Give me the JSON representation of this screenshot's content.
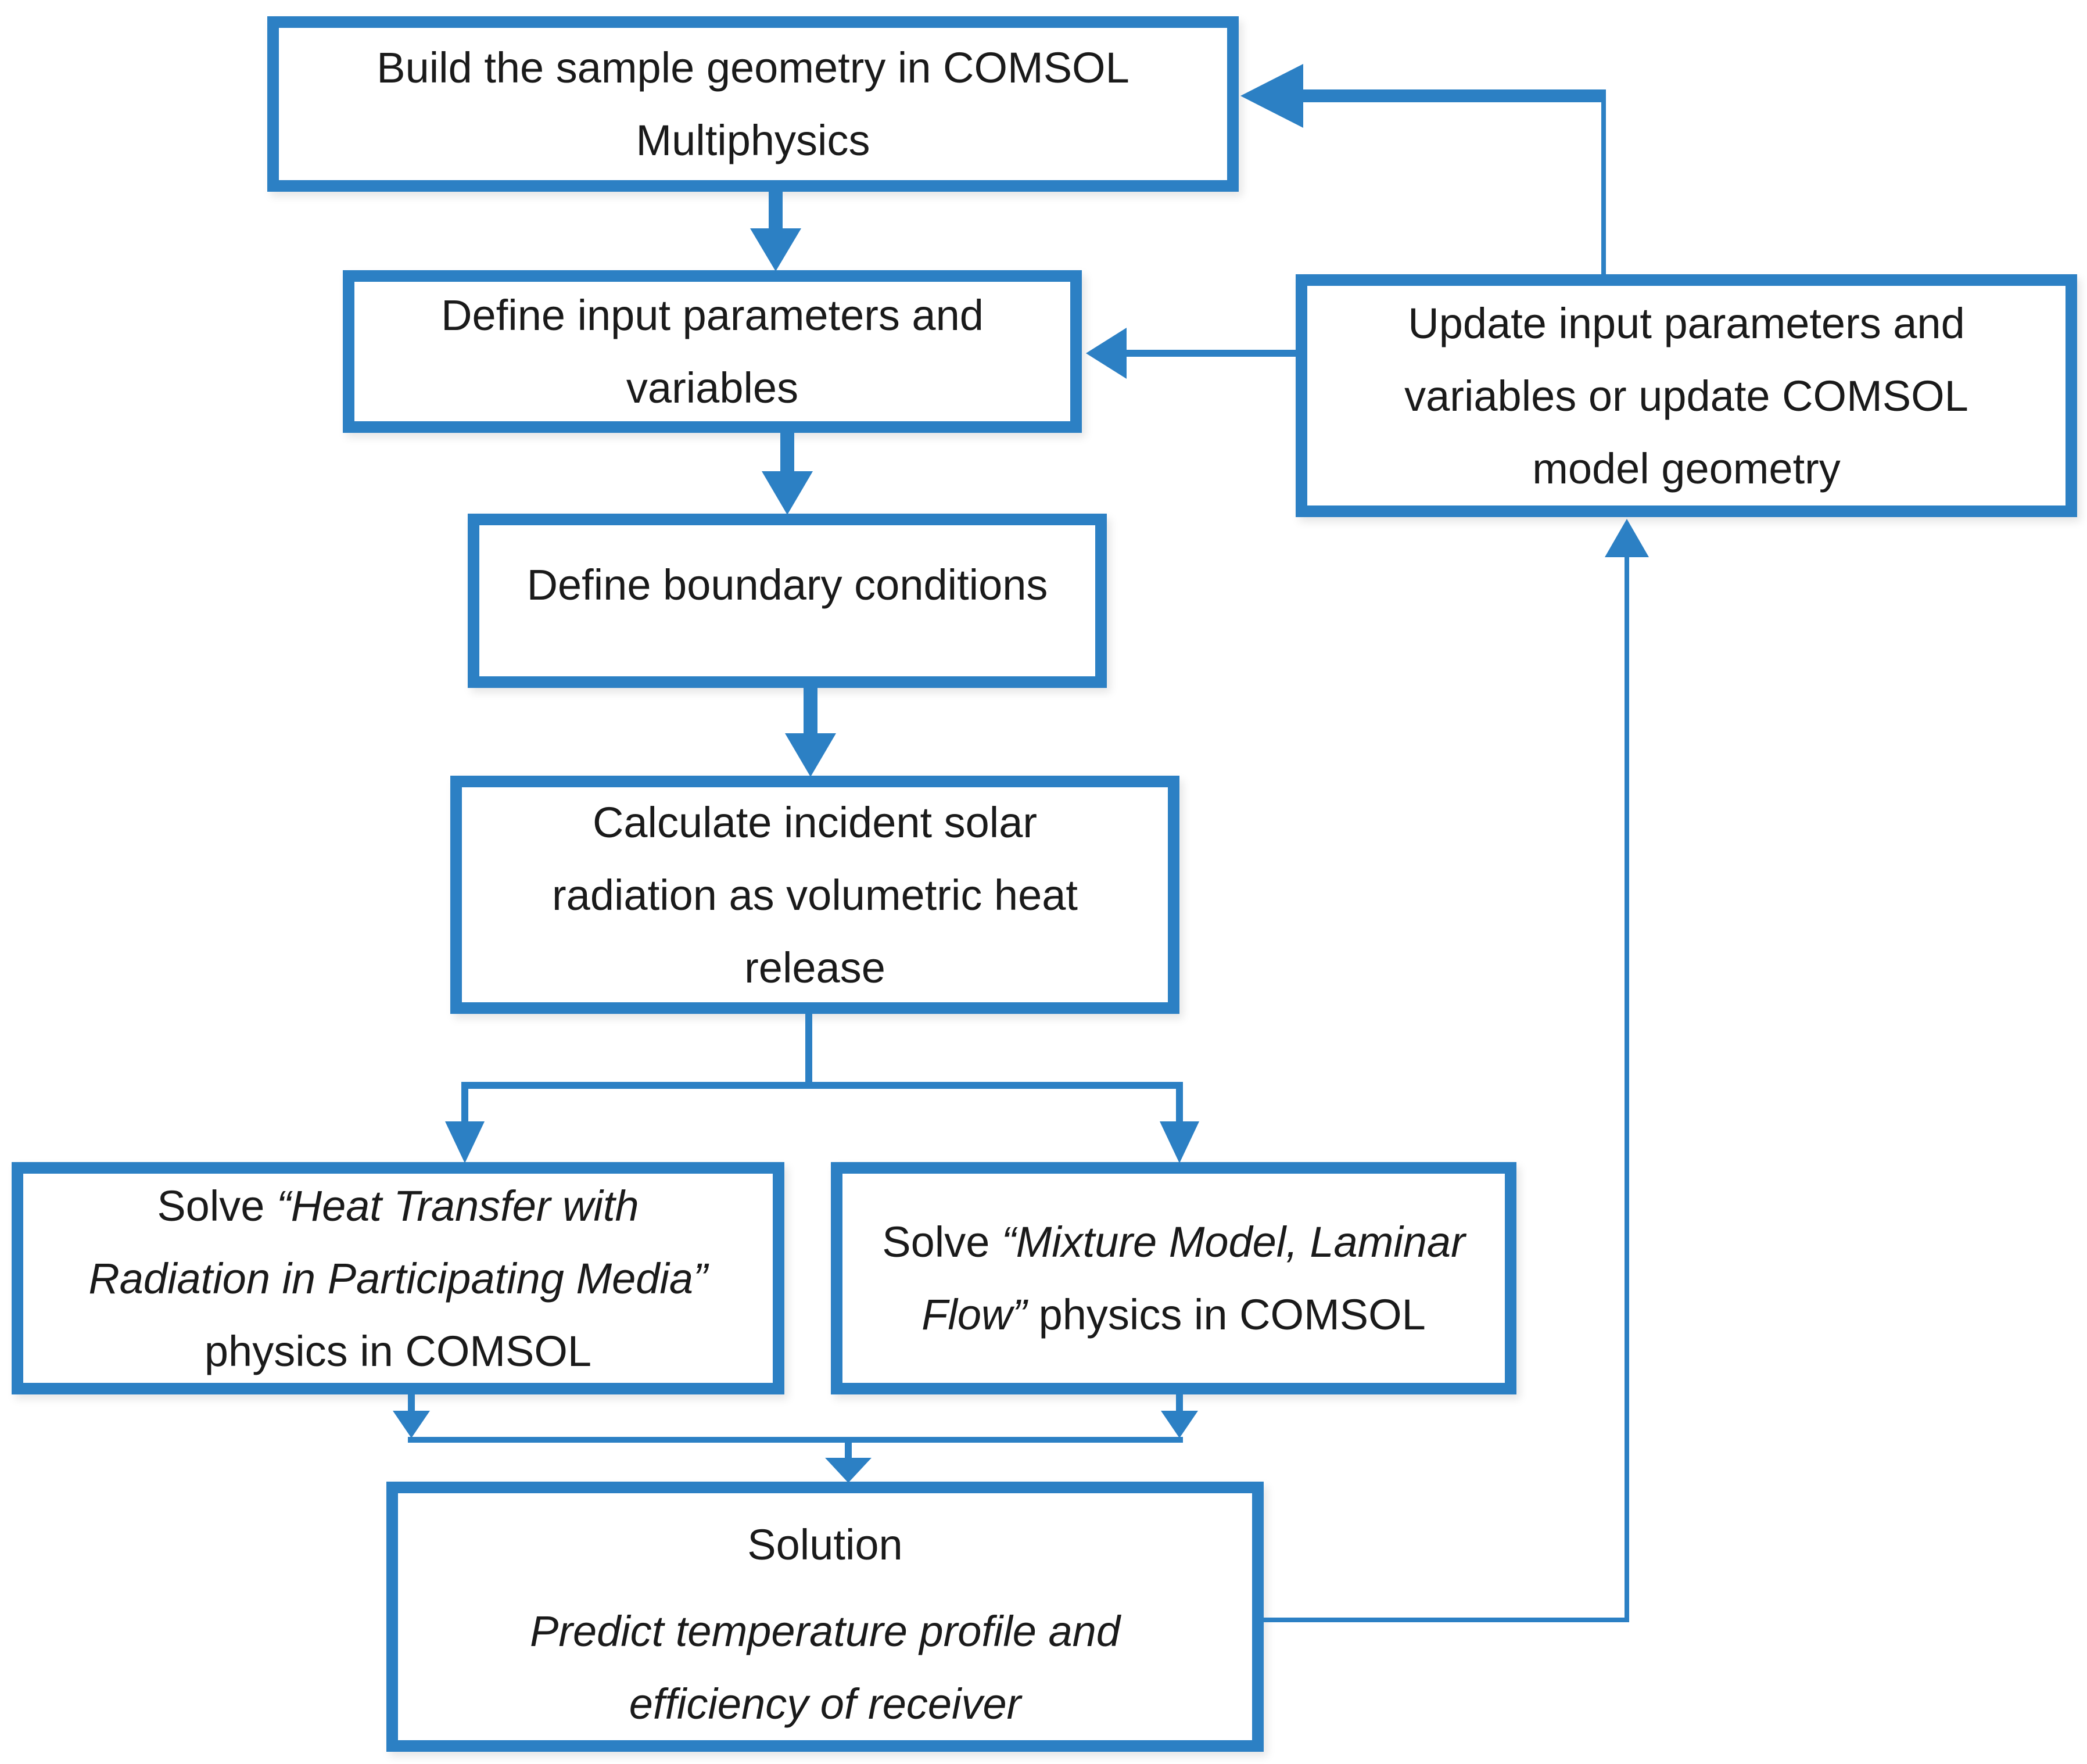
{
  "diagram": {
    "colors": {
      "accent": "#2C80C4",
      "text": "#1A1A1A",
      "background": "#FFFFFF"
    },
    "boxes": {
      "build": {
        "lines": [
          "Build the sample geometry in COMSOL",
          "Multiphysics"
        ]
      },
      "define_inputs": {
        "lines": [
          "Define input parameters and",
          "variables"
        ]
      },
      "boundary": {
        "lines": [
          "Define boundary conditions"
        ]
      },
      "solar": {
        "lines": [
          "Calculate incident solar",
          "radiation as volumetric heat",
          "release"
        ]
      },
      "solve_heat": {
        "prefix": "Solve ",
        "quoted_line1": "“Heat Transfer with",
        "quoted_line2": "Radiation in Participating Media”",
        "line3": "physics in COMSOL"
      },
      "solve_mixture": {
        "prefix": "Solve ",
        "quoted_line1": "“Mixture Model, Laminar",
        "quoted_line2": "Flow”",
        "line2_rest": " physics in COMSOL"
      },
      "solution": {
        "title": "Solution",
        "detail_lines": [
          "Predict temperature profile and",
          "efficiency of receiver"
        ]
      },
      "update": {
        "lines": [
          "Update input parameters and",
          "variables or update COMSOL",
          "model geometry"
        ]
      }
    }
  }
}
